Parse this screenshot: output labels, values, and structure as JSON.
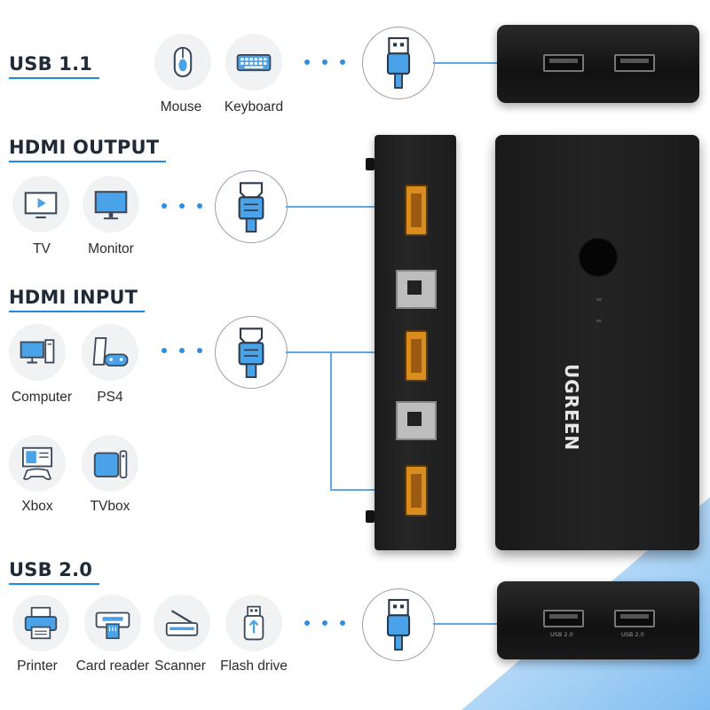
{
  "sections": {
    "usb11": {
      "title": "USB 1.1",
      "devices": [
        {
          "label": "Mouse",
          "icon": "mouse-icon"
        },
        {
          "label": "Keyboard",
          "icon": "keyboard-icon"
        }
      ]
    },
    "hdmi_output": {
      "title": "HDMI OUTPUT",
      "devices": [
        {
          "label": "TV",
          "icon": "tv-icon"
        },
        {
          "label": "Monitor",
          "icon": "monitor-icon"
        }
      ]
    },
    "hdmi_input": {
      "title": "HDMI INPUT",
      "devices": [
        {
          "label": "Computer",
          "icon": "computer-icon"
        },
        {
          "label": "PS4",
          "icon": "ps4-icon"
        },
        {
          "label": "Xbox",
          "icon": "xbox-icon"
        },
        {
          "label": "TVbox",
          "icon": "tvbox-icon"
        }
      ]
    },
    "usb20": {
      "title": "USB 2.0",
      "devices": [
        {
          "label": "Printer",
          "icon": "printer-icon"
        },
        {
          "label": "Card reader",
          "icon": "card-reader-icon"
        },
        {
          "label": "Scanner",
          "icon": "scanner-icon"
        },
        {
          "label": "Flash drive",
          "icon": "flash-drive-icon"
        }
      ]
    }
  },
  "product": {
    "brand": "UGREEN",
    "port_labels": {
      "usb20": "USB 2.0"
    }
  },
  "colors": {
    "accent": "#1e88e5",
    "device": "#1b1b1b",
    "hdmi_port": "#d98d1f",
    "background_wedge": "#d6ebfb"
  }
}
